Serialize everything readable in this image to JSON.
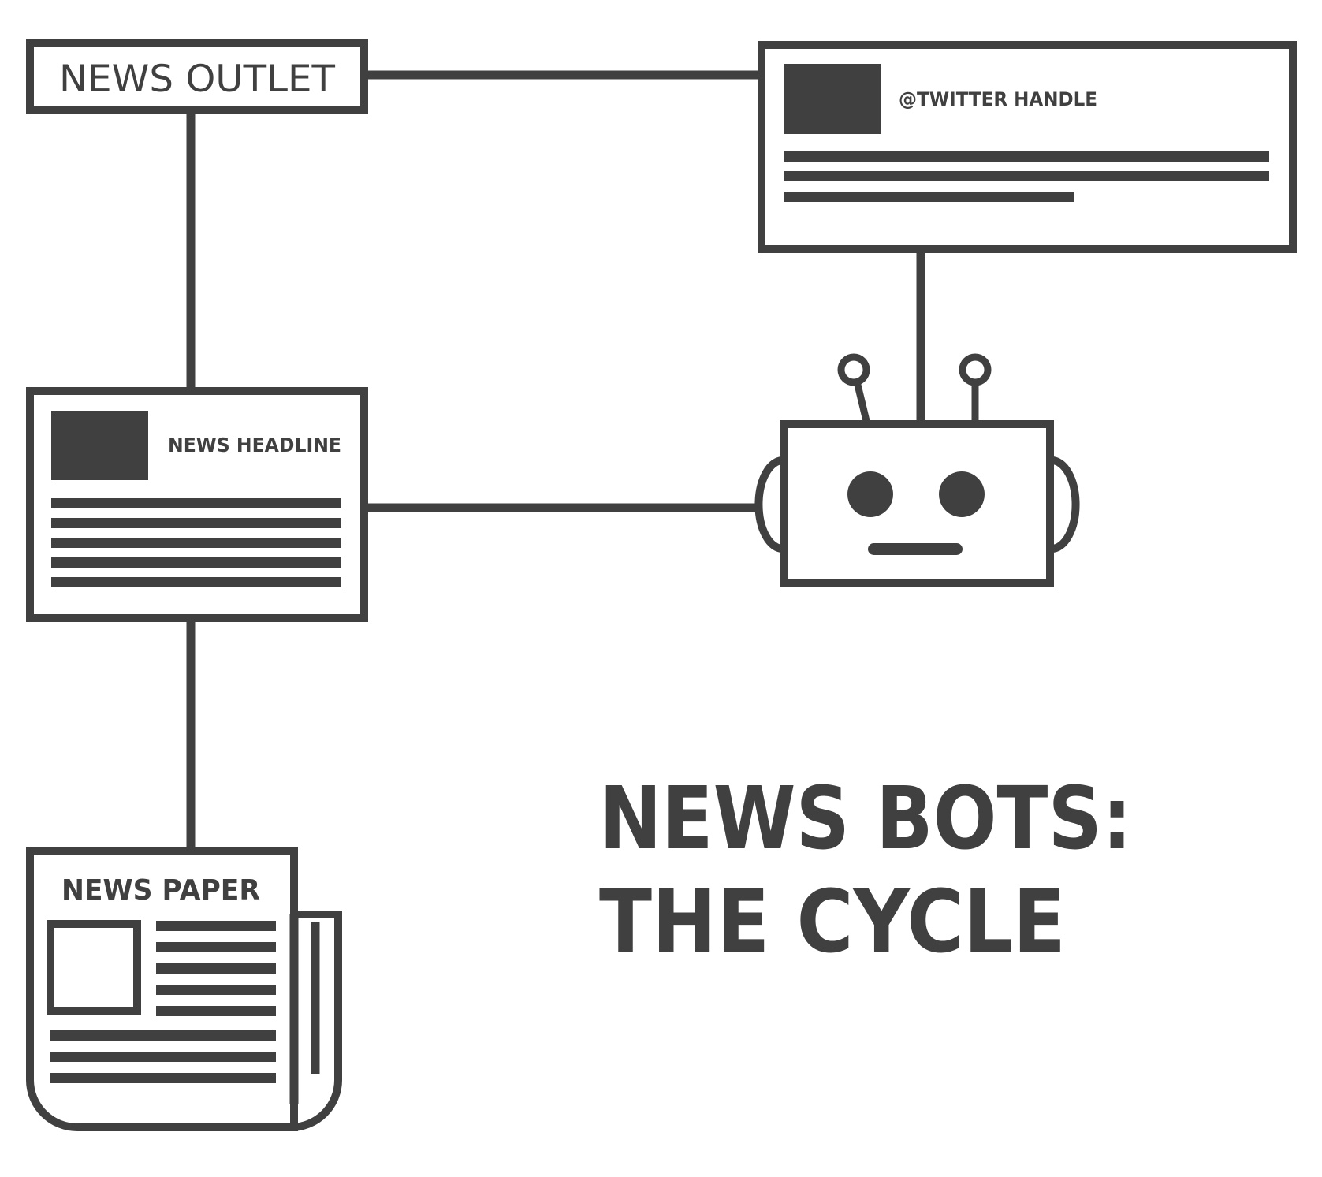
{
  "colors": {
    "ink": "#404040",
    "paper": "#ffffff"
  },
  "nodes": {
    "news_outlet": {
      "label": "NEWS OUTLET"
    },
    "tweet": {
      "handle": "@TWITTER HANDLE"
    },
    "headline": {
      "label": "NEWS HEADLINE"
    },
    "newspaper": {
      "label": "NEWS PAPER"
    },
    "robot": {
      "icon": "robot-icon"
    }
  },
  "title": {
    "line1": "NEWS BOTS:",
    "line2": "THE CYCLE"
  }
}
